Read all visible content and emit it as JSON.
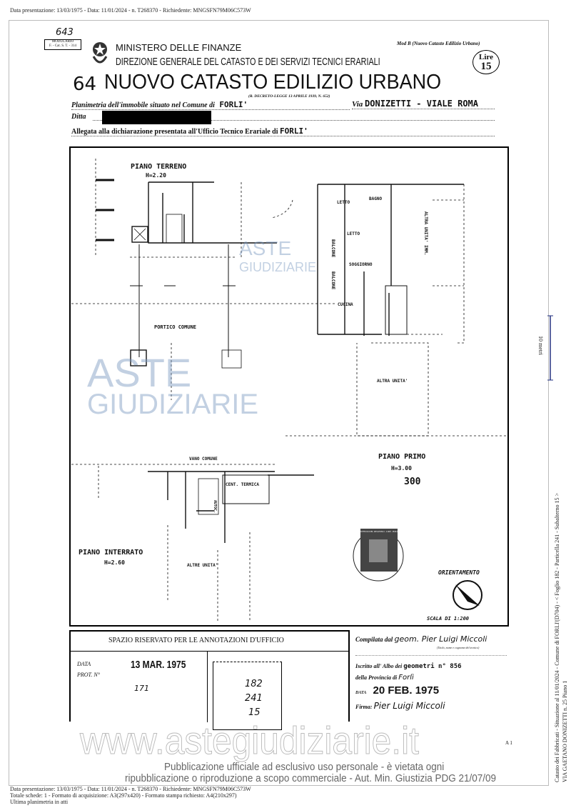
{
  "top_meta": "Data presentazione: 13/03/1975 - Data: 11/01/2024 - n. T268370 - Richiedente: MNGSFN79M06C573W",
  "header": {
    "handwritten_ref": "643",
    "modulario_line1": "MODULARIO",
    "modulario_line2": "F. - Cat. S. T. - 314",
    "ministry": "MINISTERO DELLE FINANZE",
    "direction": "DIREZIONE GENERALE DEL CATASTO E DEI SERVIZI TECNICI ERARIALI",
    "model": "Mod B (Nuovo Catasto Edilizio Urbano)",
    "stamp_lire": "Lire",
    "stamp_value": "15",
    "handwritten_number": "64",
    "title": "NUOVO CATASTO EDILIZIO URBANO",
    "decree": "(R. DECRETO-LEGGE 13 APRILE 1939, N. 652)"
  },
  "form": {
    "planimetria_label": "Planimetria dell'immobile situato nel Comune di",
    "comune": "FORLI'",
    "via_label": "Via",
    "via": "DONIZETTI - VIALE ROMA",
    "ditta_label": "Ditta",
    "allegata_label": "Allegata alla dichiarazione presentata all'Ufficio Tecnico Erariale di",
    "ufficio": "FORLI'"
  },
  "plan": {
    "ground_floor": "PIANO TERRENO",
    "ground_height": "H=2.20",
    "portico": "PORTICO COMUNE",
    "first_floor": "PIANO PRIMO",
    "first_height": "H=3.00",
    "first_handwritten": "300",
    "rooms": [
      "LETTO",
      "BAGNO",
      "LETTO",
      "BALCONE",
      "BALCONE",
      "SOGGIORNO",
      "CUCINA",
      "ALTRA UNITA' IMM.",
      "ALTRA UNITA'"
    ],
    "basement": "PIANO INTERRATO",
    "basement_height": "H=2.60",
    "vano_comune": "VANO COMUNE",
    "cent_termica": "CENT. TERMICA",
    "autoclave": "AUTOC.",
    "altre_unita": "ALTRE UNITA'",
    "orientation": "ORIENTAMENTO",
    "scale": "SCALA DI 1:200",
    "revenue_stamp": "UFFICIO DEL REGISTRO - LIRE - BOLLO"
  },
  "office": {
    "title": "SPAZIO RISERVATO PER LE ANNOTAZIONI D'UFFICIO",
    "data_label": "DATA",
    "prot_label": "PROT. N°",
    "date_stamp": "13 MAR. 1975",
    "prot_handwritten": "171",
    "foglio": "182",
    "particella": "241",
    "subalterno": "15"
  },
  "compiler": {
    "compilata_label": "Compilata dal",
    "compiler": "geom. Pier Luigi Miccoli",
    "compiler_hint": "(Titolo, nome e cognome del tecnico)",
    "albo_label": "Iscritto all' Albo dei",
    "albo": "geometri n° 856",
    "provincia_label": "della Provincia di",
    "provincia": "Forlì",
    "data_label": "DATA",
    "date": "20 FEB. 1975",
    "firma_label": "Firma:",
    "signature": "Pier Luigi Miccoli"
  },
  "page_ref": "A 1",
  "scale_bar": "10 metri",
  "side_text_1": "Catasto dei Fabbricati - Situazione al 11/01/2024 - Comune di FORLI'(D704) - < Foglio 182 - Particella 241 - Subalterno 15 >",
  "side_text_2": "VIA GAETANO DONIZETTI n. 25 Piano 1",
  "watermark": {
    "brand1": "ASTE",
    "brand2": "GIUDIZIARIE",
    "url": "www.astegiudiziarie.it",
    "notice1": "Pubblicazione ufficiale ad esclusivo uso personale - è vietata ogni",
    "notice2": "ripubblicazione o riproduzione a scopo commerciale - Aut. Min. Giustizia PDG 21/07/09"
  },
  "footer": {
    "line1": "Data presentazione: 13/03/1975 - Data: 11/01/2024 - n. T268370 - Richiedente: MNGSFN79M06C573W",
    "line2": "Totale schede: 1 - Formato di acquisizione: A3(297x420) - Formato stampa richiesto: A4(210x297)",
    "line3": "Ultima planimetria in atti"
  }
}
